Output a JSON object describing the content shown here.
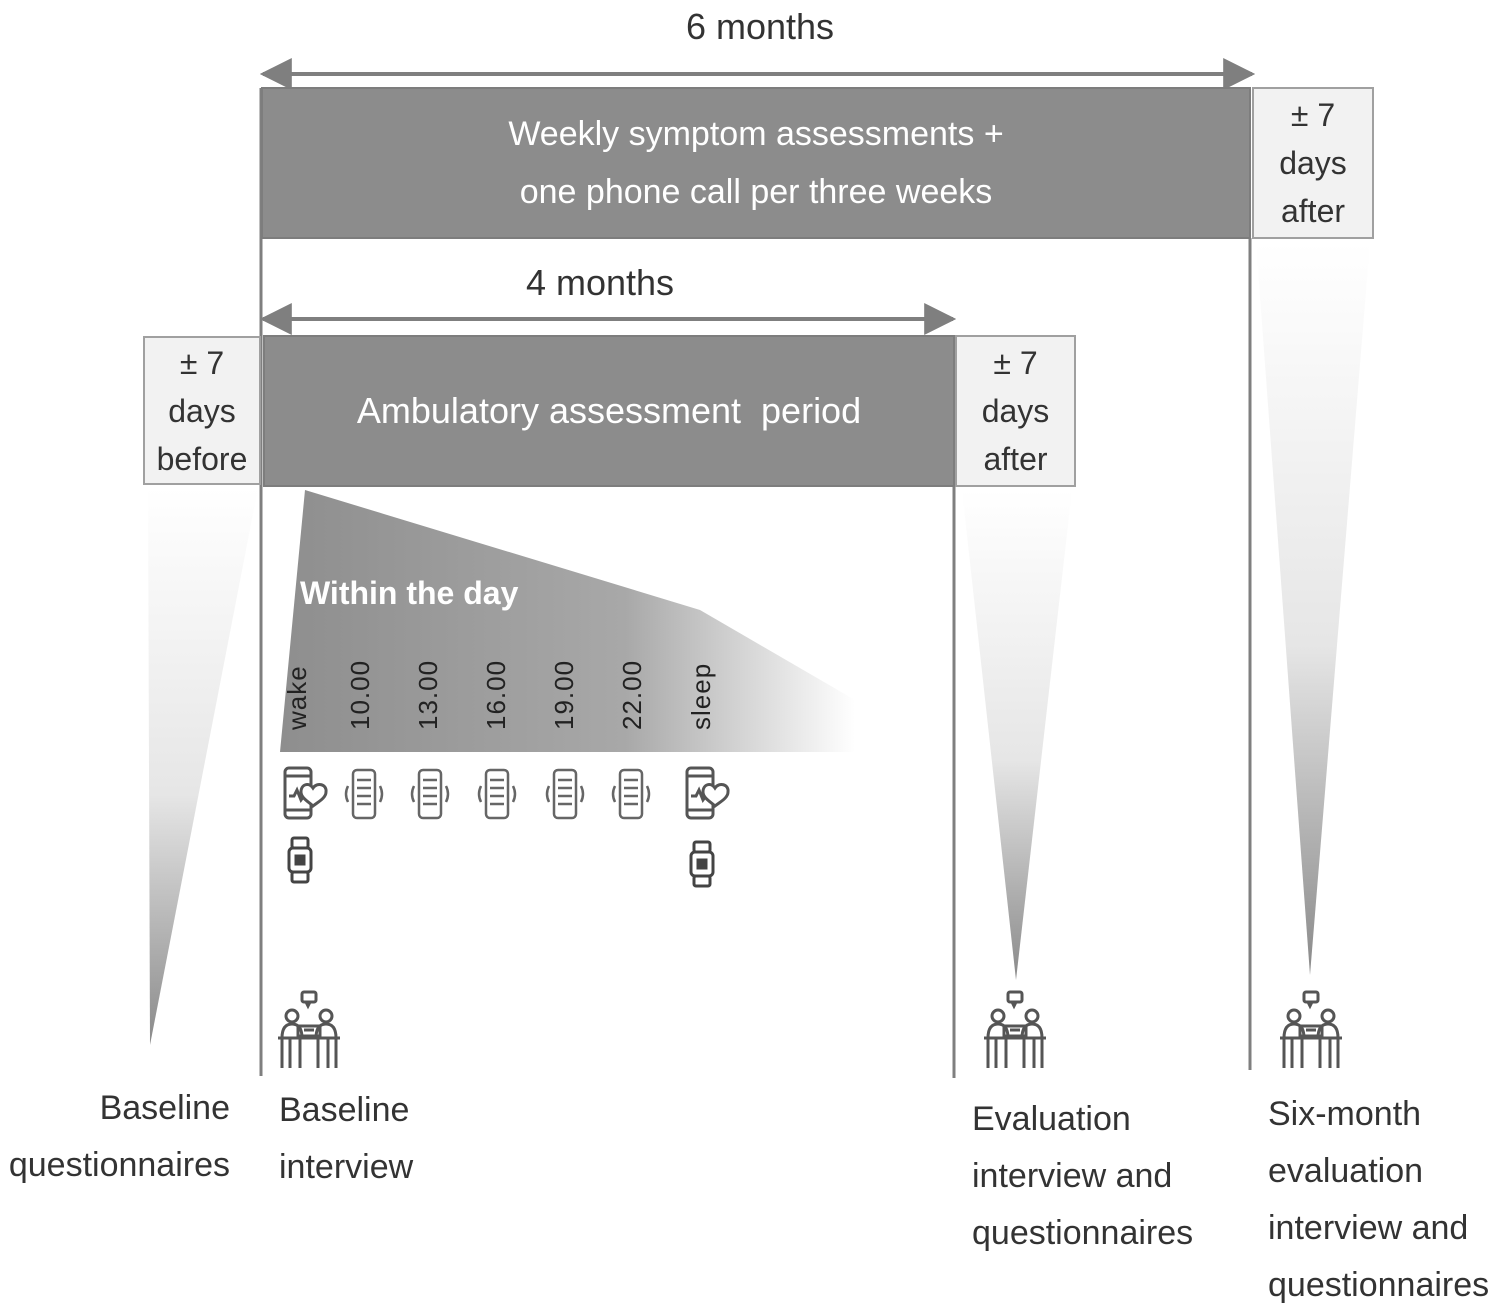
{
  "spans": {
    "six_months": "6 months",
    "four_months": "4 months"
  },
  "boxes": {
    "weekly": [
      "Weekly symptom assessments +",
      "one phone call per three weeks"
    ],
    "ambulatory": "Ambulatory assessment  period",
    "before_window": [
      "± 7",
      "days",
      "before"
    ],
    "after_window_4m": [
      "± 7",
      "days",
      "after"
    ],
    "after_window_6m": [
      "± 7",
      "days",
      "after"
    ]
  },
  "within_day": {
    "title": "Within the day",
    "times": [
      "wake",
      "10.00",
      "13.00",
      "16.00",
      "19.00",
      "22.00",
      "sleep"
    ]
  },
  "labels": {
    "baseline_questionnaires": [
      "Baseline",
      "questionnaires"
    ],
    "baseline_interview": [
      "Baseline",
      "interview"
    ],
    "evaluation": [
      "Evaluation",
      "interview and",
      "questionnaires"
    ],
    "six_month": [
      "Six-month",
      "evaluation",
      "interview and",
      "questionnaires"
    ]
  },
  "icons": {
    "morning": [
      "phone-heart-icon",
      "smartwatch-icon"
    ],
    "prompts": "vibrating-phone-icon",
    "evening": [
      "phone-heart-icon",
      "smartwatch-icon"
    ],
    "interviews": "interview-icon"
  },
  "colors": {
    "dark_box": "#8c8c8c",
    "light_box": "#f2f2f2",
    "lines": "#7f7f7f"
  }
}
